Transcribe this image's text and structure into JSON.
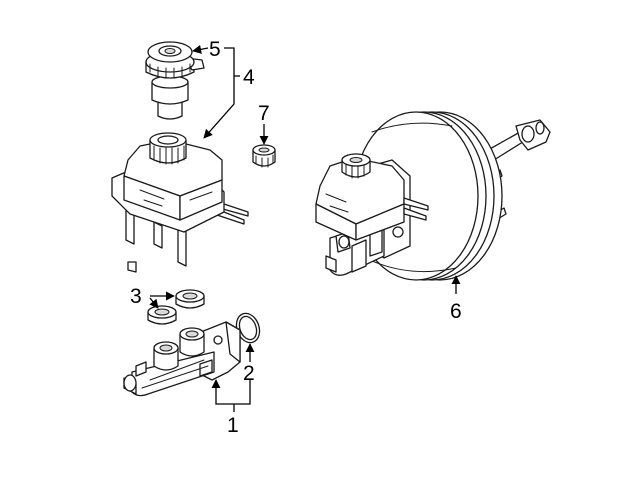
{
  "callouts": {
    "c1": "1",
    "c2": "2",
    "c3": "3",
    "c4": "4",
    "c5": "5",
    "c6": "6",
    "c7": "7"
  },
  "colors": {
    "line": "#1a1a1a",
    "background": "#ffffff",
    "shade": "#d9d9d9"
  }
}
